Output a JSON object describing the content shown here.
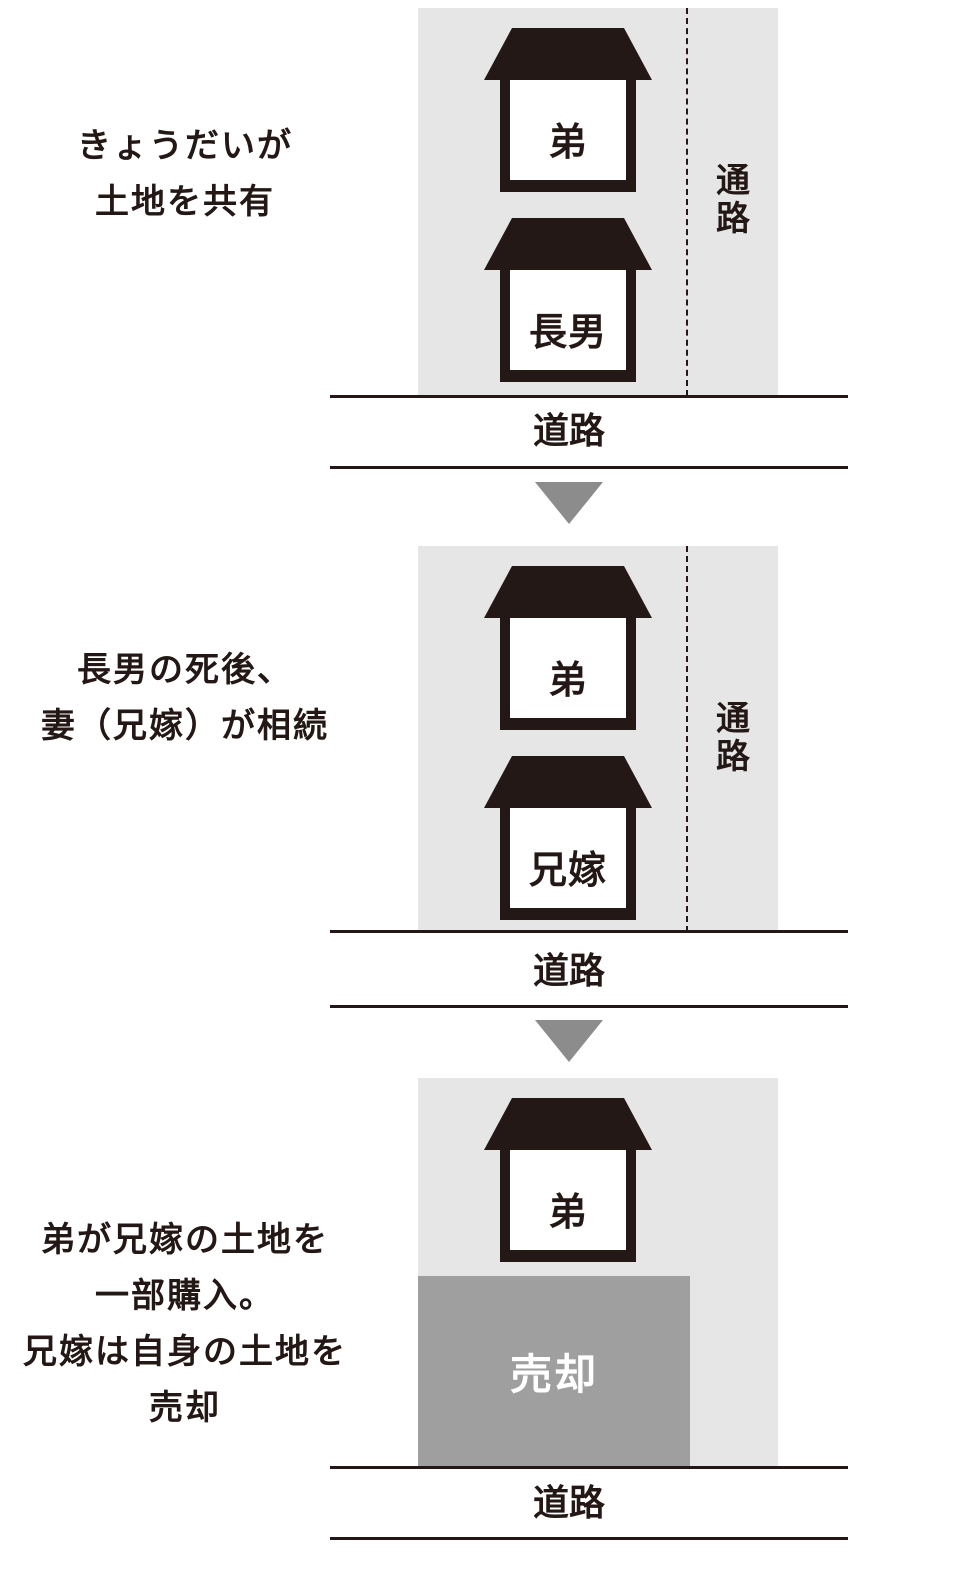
{
  "stage1": {
    "caption": [
      "きょうだいが",
      "土地を共有"
    ],
    "house_top": "弟",
    "house_bottom": "長男",
    "side_road": [
      "通",
      "路"
    ],
    "road": "道路"
  },
  "stage2": {
    "caption": [
      "長男の死後、",
      "妻（兄嫁）が相続"
    ],
    "house_top": "弟",
    "house_bottom": "兄嫁",
    "side_road": [
      "通",
      "路"
    ],
    "road": "道路"
  },
  "stage3": {
    "caption": [
      "弟が兄嫁の土地を",
      "一部購入。",
      "兄嫁は自身の土地を",
      "売却"
    ],
    "house_top": "弟",
    "sold_area": "売却",
    "road": "道路"
  },
  "colors": {
    "ink": "#231815",
    "lot": "#e6e6e6",
    "sold": "#9e9f9e",
    "arrow": "#8c8c8c"
  }
}
